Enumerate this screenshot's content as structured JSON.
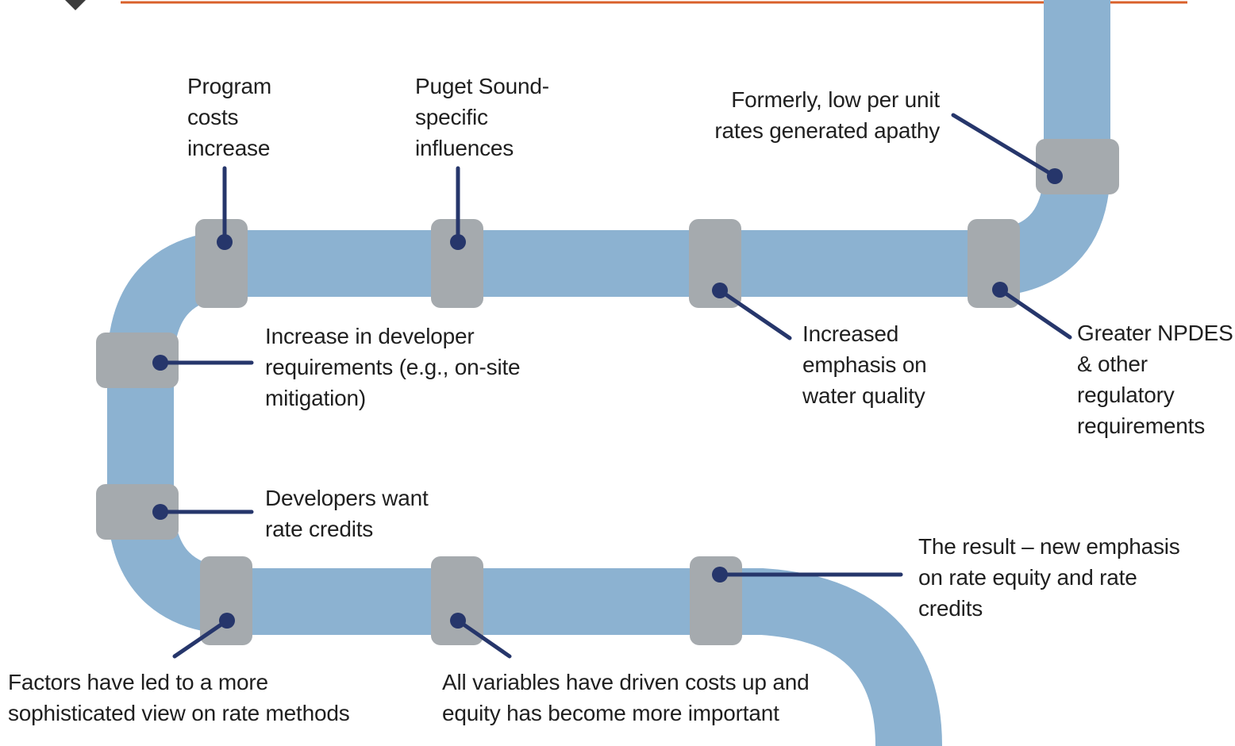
{
  "colors": {
    "pipe": "#8cb2d1",
    "coupling": "#a5aaae",
    "connector": "#26366b",
    "header_rule": "#d9602a",
    "text": "#1f1f1f"
  },
  "labels": {
    "program_costs": "Program\ncosts\nincrease",
    "puget_sound": "Puget Sound-\nspecific\ninfluences",
    "formerly_low_rates": "Formerly, low per unit\nrates generated apathy",
    "developer_requirements": "Increase in developer\nrequirements (e.g., on-site\nmitigation)",
    "water_quality": "Increased\nemphasis on\nwater quality",
    "npdes": "Greater NPDES\n& other\nregulatory\nrequirements",
    "developers_credits": "Developers want\nrate credits",
    "result": "The result – new emphasis\non rate equity and rate\ncredits",
    "sophisticated_view": "Factors have led to a more\nsophisticated view on rate methods",
    "costs_up": "All variables have driven costs up and\nequity has become more important"
  }
}
